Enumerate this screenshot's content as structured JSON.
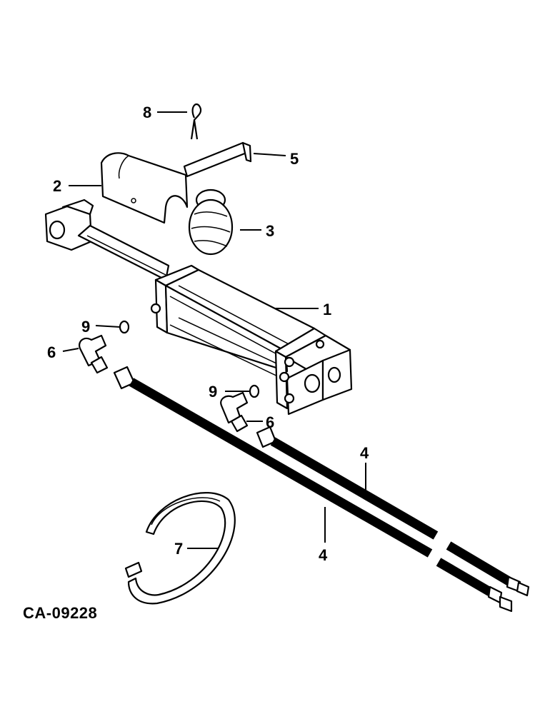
{
  "diagram": {
    "drawing_code": "CA-09228",
    "callouts": [
      {
        "id": "callout-1",
        "text": "1"
      },
      {
        "id": "callout-2",
        "text": "2"
      },
      {
        "id": "callout-3",
        "text": "3"
      },
      {
        "id": "callout-4a",
        "text": "4"
      },
      {
        "id": "callout-4b",
        "text": "4"
      },
      {
        "id": "callout-5",
        "text": "5"
      },
      {
        "id": "callout-6a",
        "text": "6"
      },
      {
        "id": "callout-6b",
        "text": "6"
      },
      {
        "id": "callout-7",
        "text": "7"
      },
      {
        "id": "callout-8",
        "text": "8"
      },
      {
        "id": "callout-9a",
        "text": "9"
      },
      {
        "id": "callout-9b",
        "text": "9"
      }
    ]
  }
}
